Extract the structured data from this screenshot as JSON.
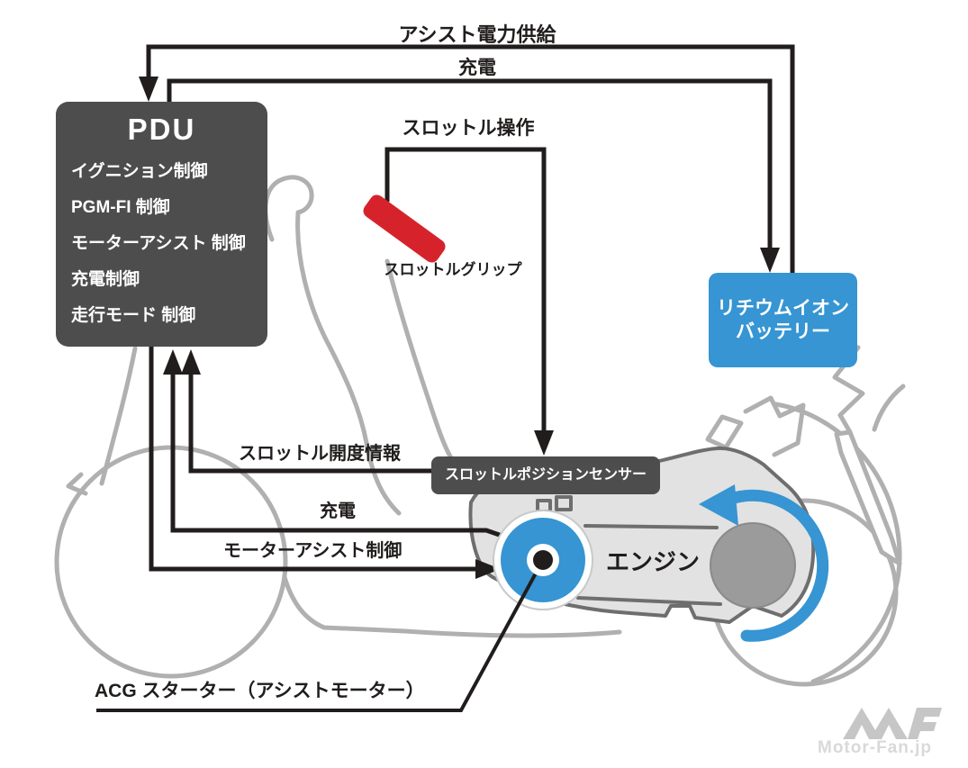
{
  "labels": {
    "assist_power_supply": "アシスト電力供給",
    "charge_top": "充電",
    "throttle_operation": "スロットル操作",
    "throttle_grip": "スロットルグリップ",
    "throttle_opening_info": "スロットル開度情報",
    "charge_mid": "充電",
    "motor_assist_control": "モーターアシスト制御",
    "engine": "エンジン",
    "acg_starter": "ACG スターター（アシストモーター）"
  },
  "pdu": {
    "title": "PDU",
    "items": [
      "イグニション制御",
      "PGM-FI 制御",
      "モーターアシスト 制御",
      "充電制御",
      "走行モード 制御"
    ]
  },
  "battery": {
    "label_line1": "リチウムイオン",
    "label_line2": "バッテリー"
  },
  "sensor": {
    "label": "スロットルポジションセンサー"
  },
  "watermark": {
    "text": "Motor-Fan.jp"
  },
  "colors": {
    "accent_blue": "#3695d2",
    "box_gray": "#4d4d4d",
    "grip_red": "#d6232b",
    "line_black": "#201d1c",
    "bike_gray": "#b0b0b0",
    "engine_fill": "#e2e2e2",
    "engine_stroke": "#6e6e6e",
    "pulley_gray": "#9b9b9b",
    "watermark_gray": "#c6c6c6",
    "watermark_text": "#d9d9d9"
  }
}
